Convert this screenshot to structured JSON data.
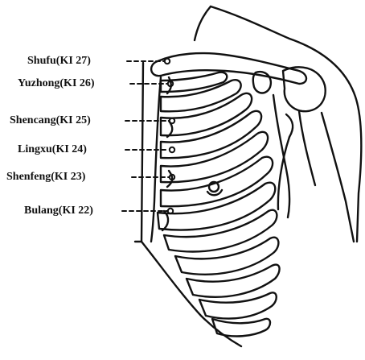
{
  "points": [
    {
      "name": "Shufu(KI 27)"
    },
    {
      "name": "Yuzhong(KI 26)"
    },
    {
      "name": "Shencang(KI 25)"
    },
    {
      "name": "Lingxu(KI 24)"
    },
    {
      "name": "Shenfeng(KI 23)"
    },
    {
      "name": "Bulang(KI 22)"
    }
  ],
  "colors": {
    "ink": "#111111",
    "background": "#ffffff"
  }
}
